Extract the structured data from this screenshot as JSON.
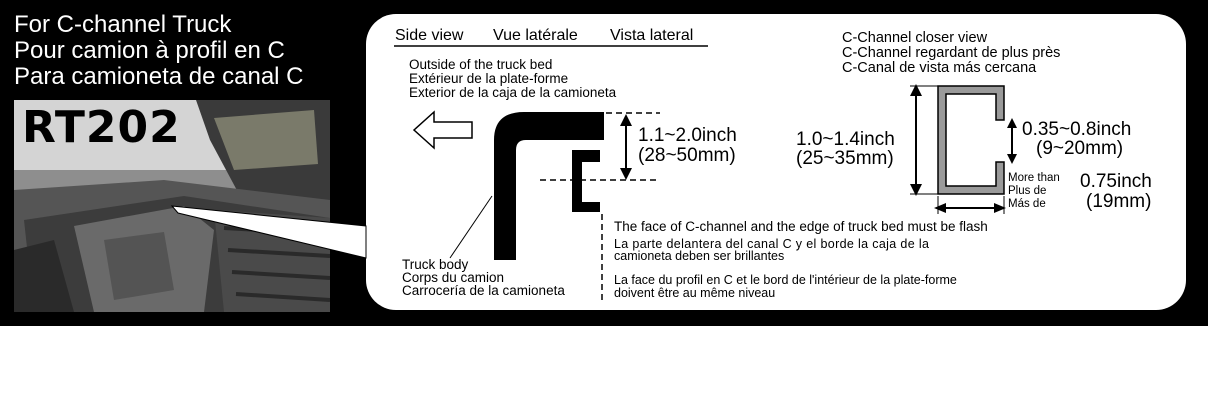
{
  "banner": {
    "title_lines": [
      "For C-channel Truck",
      "Pour camion à profil en C",
      "Para camioneta de canal C"
    ],
    "model": "RT202"
  },
  "side_view": {
    "headings": [
      "Side view",
      "Vue latérale",
      "Vista lateral"
    ],
    "outside_lines": [
      "Outside of the truck bed",
      "Extérieur de la plate-forme",
      "Exterior de la caja de la camioneta"
    ],
    "height_inch": "1.1~2.0inch",
    "height_mm": "(28~50mm)",
    "truck_body_lines": [
      "Truck body",
      "Corps du camion",
      "Carrocería de la camioneta"
    ]
  },
  "flash_note": {
    "en": "The face of C-channel and the edge of truck bed must be flash",
    "es": [
      "La parte delantera del canal C y el borde la caja de la",
      "camioneta deben ser brillantes"
    ],
    "fr": [
      "La face du profil en C et le bord de l'intérieur de la plate-forme",
      "doivent être au même niveau"
    ]
  },
  "closer_view": {
    "title_lines": [
      "C-Channel closer view",
      "C-Channel regardant de plus près",
      "C-Canal de vista más cercana"
    ],
    "height_inch": "1.0~1.4inch",
    "height_mm": "(25~35mm)",
    "opening_inch": "0.35~0.8inch",
    "opening_mm": "(9~20mm)",
    "more_than_lines": [
      "More than",
      "Plus de",
      "Más de"
    ],
    "depth_inch": "0.75inch",
    "depth_mm": "(19mm)"
  }
}
